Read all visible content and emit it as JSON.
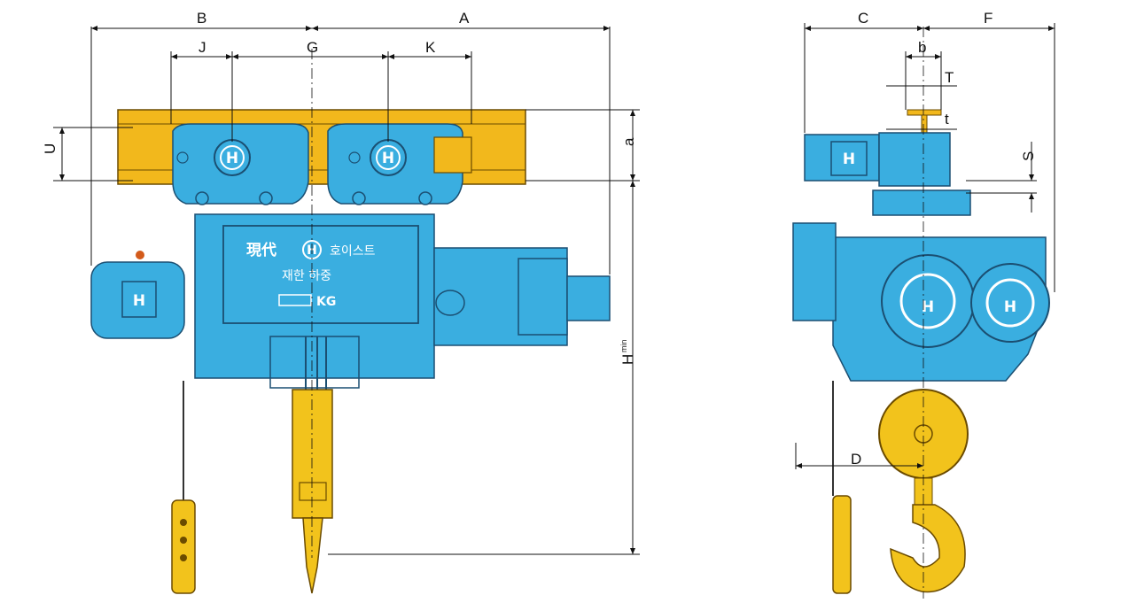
{
  "dimension_labels": {
    "A": "A",
    "B": "B",
    "G": "G",
    "J": "J",
    "K": "K",
    "U": "U",
    "a": "a",
    "H": "H",
    "H_sub": "min",
    "C": "C",
    "F": "F",
    "b": "b",
    "T": "T",
    "t": "t",
    "S": "S",
    "D": "D"
  },
  "nameplate": {
    "brand_hanja": "現代",
    "brand_hangul": "호이스트",
    "rated_load": "재한 하중",
    "unit": "KG"
  },
  "colors": {
    "hoist_body": "#3aaee0",
    "hoist_outline": "#1b4f72",
    "beam": "#f2b81c",
    "hook": "#f2c31c",
    "dimension_line": "#111111"
  },
  "icons": [
    "hyundai-logo-icon",
    "hook-icon",
    "pendant-switch-icon"
  ]
}
